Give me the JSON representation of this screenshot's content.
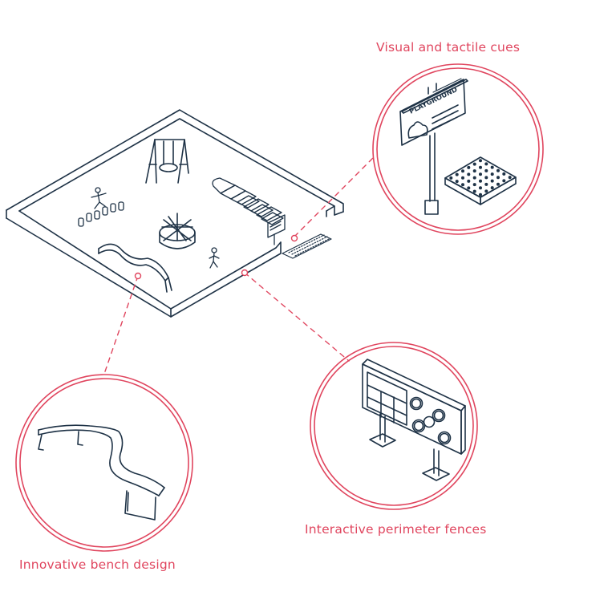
{
  "colors": {
    "accent": "#e0455e",
    "ink": "#1e3246",
    "paper": "#ffffff"
  },
  "icons": [
    "playground-plan",
    "swing-set",
    "hopscotch",
    "merry-go-round",
    "stepping-stones",
    "child-figure",
    "wavy-bench",
    "playground-sign",
    "tactile-paving",
    "interactive-fence-panel"
  ],
  "callouts": {
    "visual": {
      "label": "Visual and tactile cues"
    },
    "fence": {
      "label": "Interactive perimeter fences"
    },
    "bench": {
      "label": "Innovative bench design"
    }
  },
  "sign": {
    "text": "PLAYGROUND"
  }
}
